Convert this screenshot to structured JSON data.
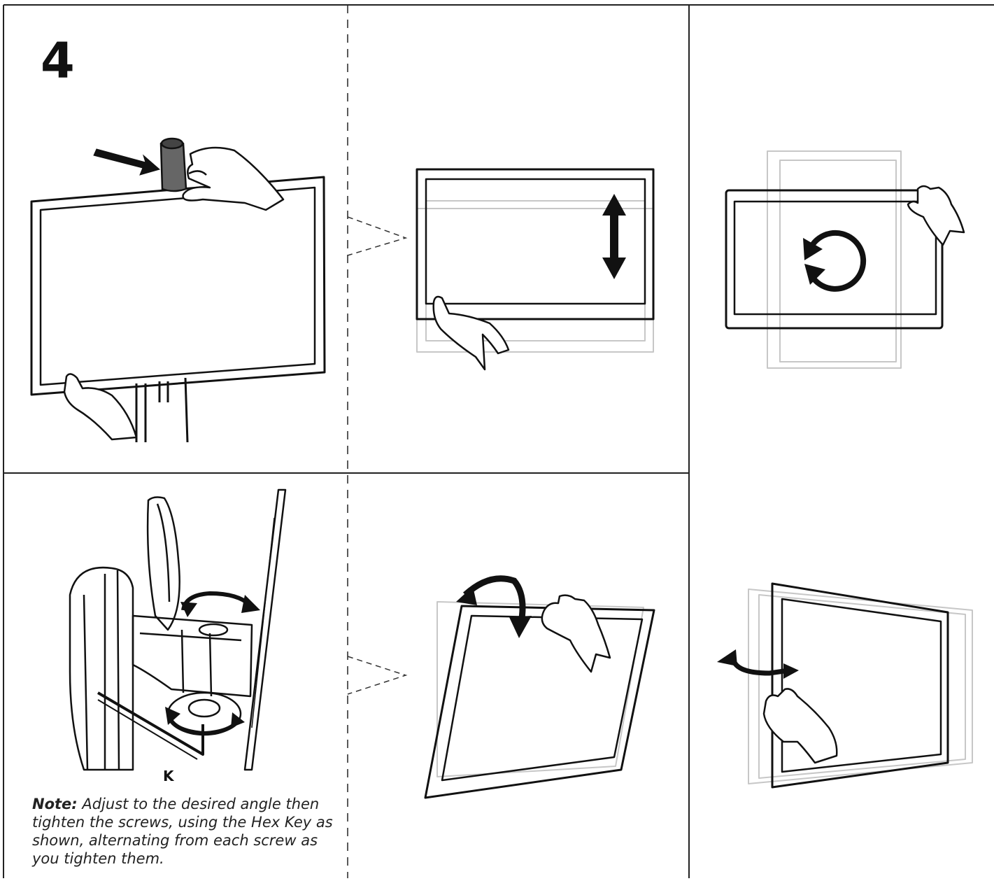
{
  "step": {
    "number": "4"
  },
  "labels": {
    "hex_key": "K"
  },
  "note": {
    "label": "Note:",
    "text": " Adjust to the desired angle then tighten the screws, using the Hex Key as shown, alternating from each screw as you tighten them."
  },
  "colors": {
    "line": "#111111",
    "faint": "#bdbdbd",
    "panel_border": "#222222"
  }
}
